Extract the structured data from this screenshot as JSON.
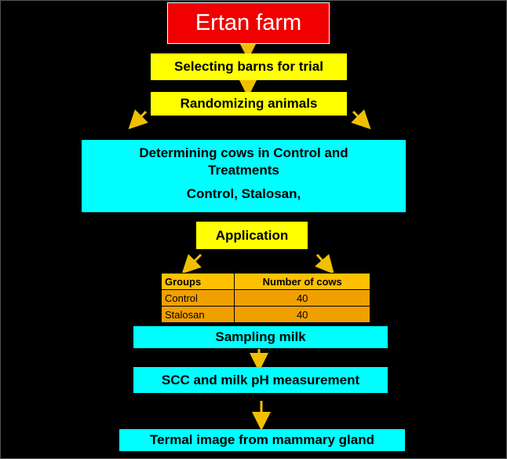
{
  "flow": {
    "farm": "Ertan farm",
    "select": "Selecting barns for trial",
    "randomize": "Randomizing animals",
    "determine_line1": "Determining cows in Control and",
    "determine_line2": "Treatments",
    "determine_line3": "Control, Stalosan,",
    "application": "Application",
    "sampling": "Sampling milk",
    "scc": "SCC and milk pH measurement",
    "termal": "Termal image from mammary gland"
  },
  "groups_table": {
    "headers": [
      "Groups",
      "Number of cows"
    ],
    "rows": [
      [
        "Control",
        "40"
      ],
      [
        "Stalosan",
        "40"
      ]
    ]
  },
  "colors": {
    "background": "#000000",
    "title_box": "#f00000",
    "yellow_box": "#ffff00",
    "cyan_box": "#00ffff",
    "arrow": "#f0c000",
    "table_header": "#ffc000",
    "table_row": "#f0a000"
  }
}
